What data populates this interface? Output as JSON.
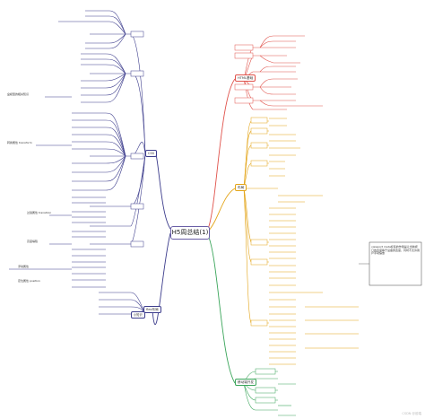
{
  "center": {
    "label": "H5周总结(1)"
  },
  "branches": {
    "html": {
      "label": "HTML基础",
      "color": "#e0524b"
    },
    "layout": {
      "label": "布局",
      "color": "#e3a417"
    },
    "mobile": {
      "label": "移动端开发",
      "color": "#3aa55a"
    },
    "css": {
      "label": "CSS",
      "color": "#3c3c8c"
    },
    "flex": {
      "label": "flex布局",
      "color": "#3c3c8c"
    },
    "misc": {
      "label": "小知识",
      "color": "#3c3c8c"
    }
  },
  "left_notes": {
    "n1": "盒模型的相关知识",
    "n2": "转换属性 transform",
    "n3": "过渡属性 transition",
    "n4": "高度塌陷",
    "n5": "浮动属性",
    "n6": "定位属性 position"
  },
  "right_note": "viewport meta标签的作用是让当前视口的宽度等于设备的宽度，同时不允许用户手动缩放",
  "watermark": "CSDN @前端"
}
